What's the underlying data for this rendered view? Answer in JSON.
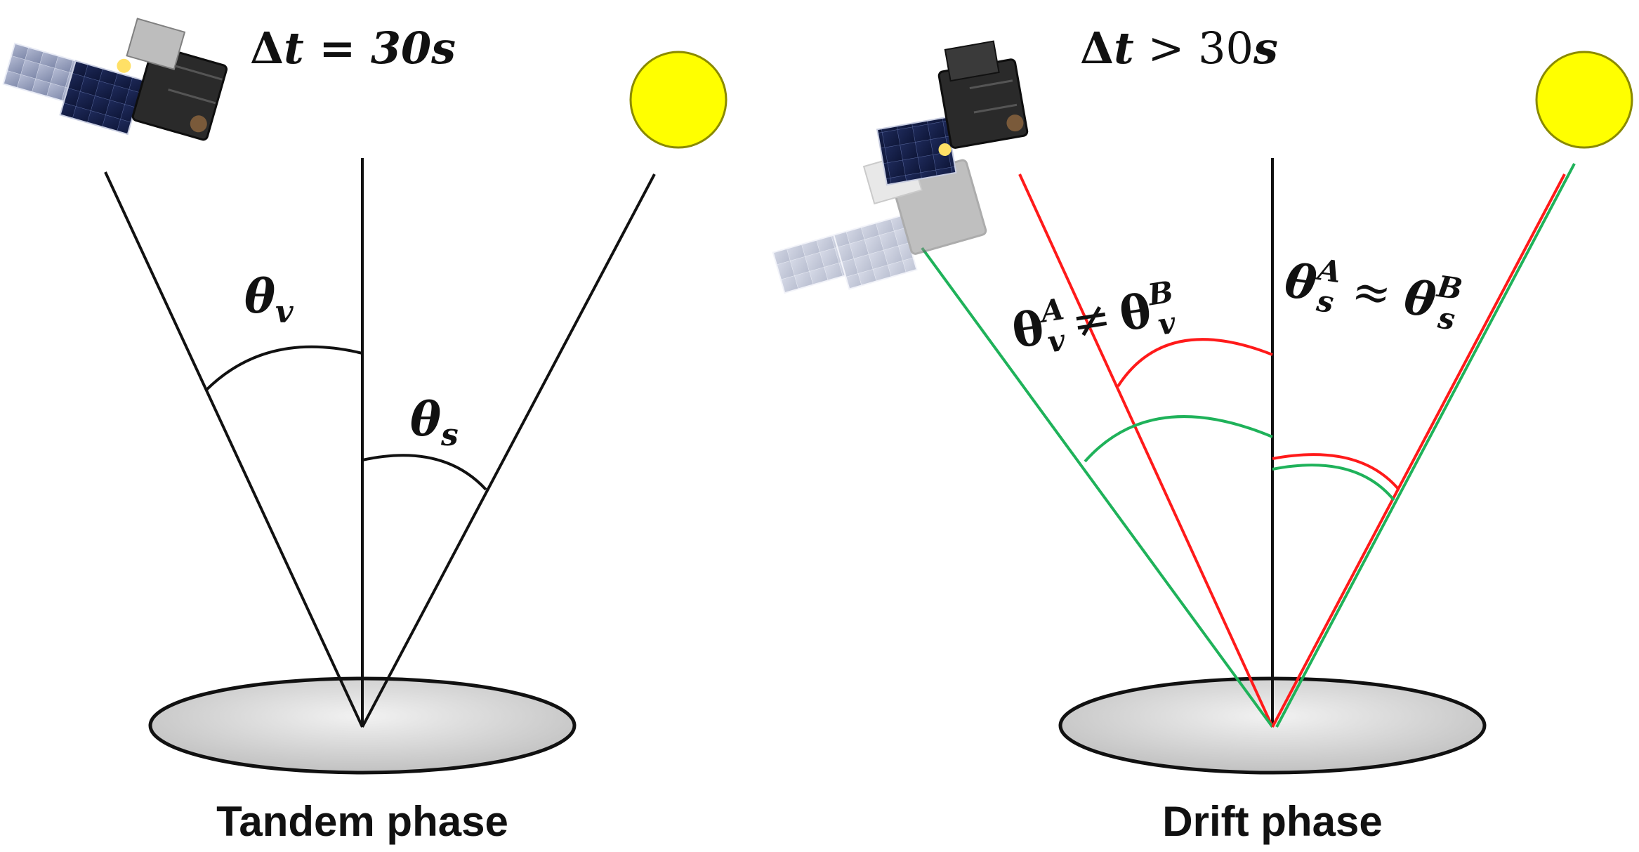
{
  "colors": {
    "black_line": "#111111",
    "red_line": "#ff1a1a",
    "green_line": "#1fb25a",
    "sun_fill": "#ffff00",
    "sun_stroke": "#8a8a00",
    "ground_fill": "#d9d9d9"
  },
  "icons": {
    "satellite": "satellite-icon",
    "sun": "sun-icon",
    "ground": "ground-ellipse"
  },
  "tandem": {
    "caption": "Tandem phase",
    "dt_delta": "Δ",
    "dt_rest": "t = 30s",
    "view_angle_symbol": "θ",
    "view_angle_sub": "v",
    "sun_angle_symbol": "θ",
    "sun_angle_sub": "s"
  },
  "drift": {
    "caption": "Drift phase",
    "dt_delta": "Δ",
    "dt_t": "t",
    "dt_gt": " > 30",
    "dt_s": "s",
    "view_relation": {
      "left_symbol": "θ",
      "left_sub": "v",
      "left_sup": "A",
      "operator": "≠",
      "right_symbol": "θ",
      "right_sub": "v",
      "right_sup": "B"
    },
    "sun_relation": {
      "left_symbol": "θ",
      "left_sub": "s",
      "left_sup": "A",
      "operator": "≈",
      "right_symbol": "θ",
      "right_sub": "s",
      "right_sup": "B"
    }
  }
}
